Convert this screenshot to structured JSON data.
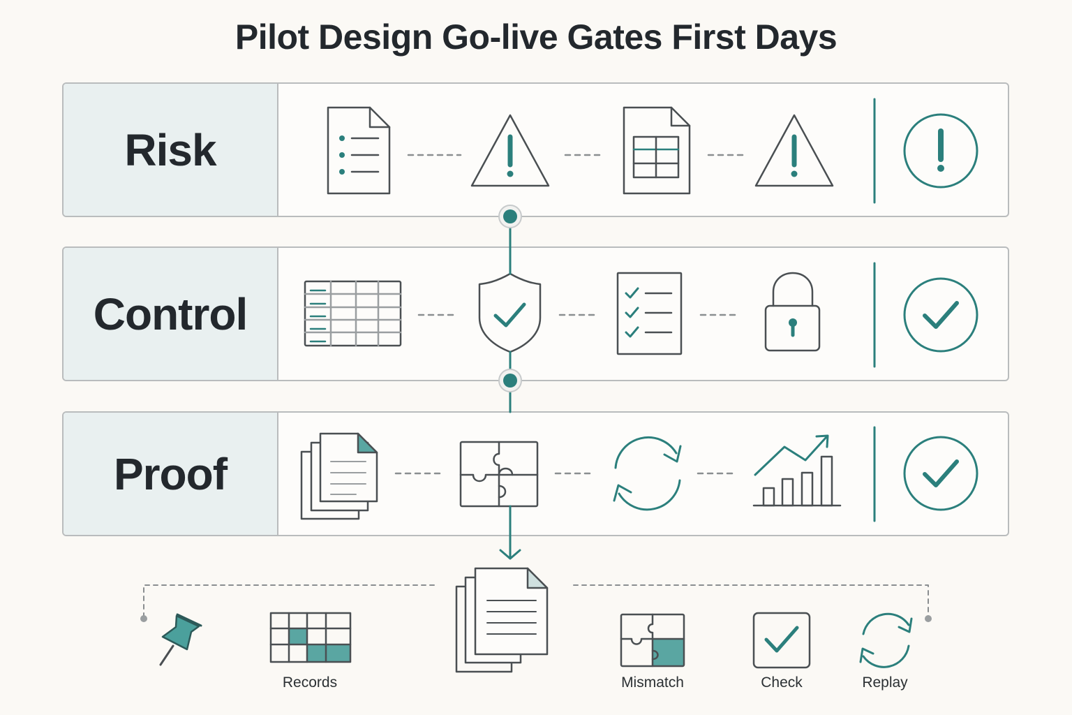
{
  "title": "Pilot Design Go-live Gates First Days",
  "colors": {
    "accent": "#2b7f7c",
    "stroke": "#4a4f52",
    "panel": "#e9f0f0",
    "background": "#fbf9f5"
  },
  "rows": [
    {
      "label": "Risk",
      "icons": [
        "bullet-list-document-icon",
        "warning-triangle-icon",
        "spreadsheet-document-icon",
        "warning-triangle-icon"
      ],
      "status": "exclamation-circle-icon"
    },
    {
      "label": "Control",
      "icons": [
        "data-table-icon",
        "shield-check-icon",
        "checklist-document-icon",
        "padlock-icon"
      ],
      "status": "check-circle-icon"
    },
    {
      "label": "Proof",
      "icons": [
        "stacked-documents-icon",
        "puzzle-icon",
        "refresh-cycle-icon",
        "growth-chart-icon"
      ],
      "status": "check-circle-icon"
    }
  ],
  "output": {
    "center_icon": "stacked-documents-icon",
    "items": [
      {
        "icon": "pushpin-icon",
        "caption": ""
      },
      {
        "icon": "records-grid-icon",
        "caption": "Records"
      },
      {
        "icon": "puzzle-icon",
        "caption": "Mismatch"
      },
      {
        "icon": "checkbox-icon",
        "caption": "Check"
      },
      {
        "icon": "refresh-cycle-icon",
        "caption": "Replay"
      }
    ]
  }
}
